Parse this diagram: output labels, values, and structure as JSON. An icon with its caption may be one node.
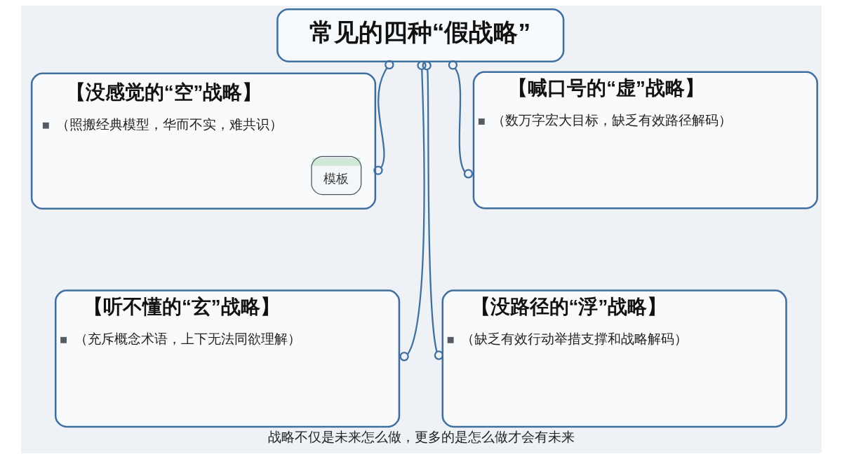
{
  "diagram": {
    "caption": "战略不仅是未来怎么做，更多的是怎么做才会有未来",
    "nodes": [
      {
        "text": [
          "常见的四种“假战略”"
        ]
      },
      {
        "text": [
          "【没感觉的“空”战略】",
          "（照搬经典模型，华而不实，难共识）"
        ]
      },
      {
        "text": [
          "模板"
        ],
        "in": 1
      },
      {
        "text": [
          "【喊口号的“虚”战略】",
          "（数万字宏大目标，缺乏有效路径解码）"
        ]
      },
      {
        "text": [
          "【听不懂的“玄”战略】",
          "（充斥概念术语，上下无法同欲理解）"
        ]
      },
      {
        "text": [
          "【没路径的“浮”战略】",
          "（缺乏有效行动举措支撑和战略解码）"
        ]
      }
    ],
    "edges": [
      {
        "from": 0,
        "to": 1,
        "arrow": "other"
      },
      {
        "from": 0,
        "to": 4,
        "arrow": "other"
      },
      {
        "from": 0,
        "to": 5,
        "arrow": "other"
      },
      {
        "from": 0,
        "to": 3,
        "arrow": "other"
      }
    ]
  }
}
